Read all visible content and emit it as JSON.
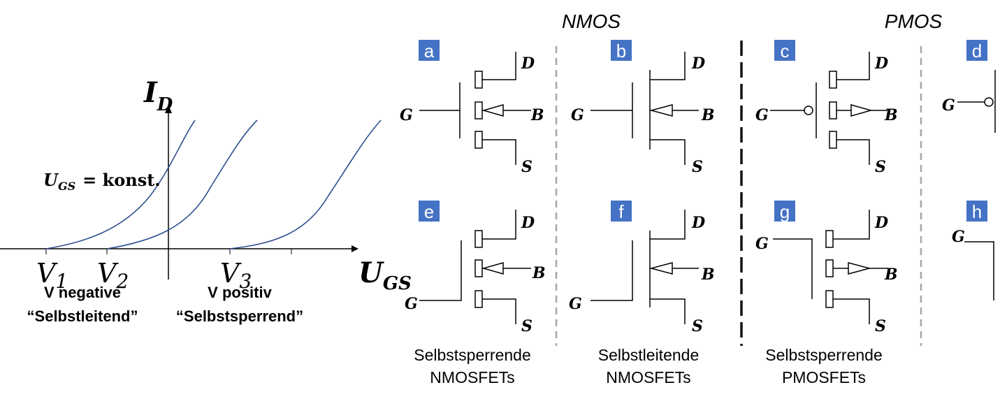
{
  "graph": {
    "y_label_main": "I",
    "y_label_sub": "D",
    "x_label_main": "U",
    "x_label_sub": "GS",
    "formula_main": "U",
    "formula_sub": "GS",
    "formula_rest": "= konst.",
    "v1_main": "V",
    "v1_sub": "1",
    "v2_main": "V",
    "v2_sub": "2",
    "v3_main": "V",
    "v3_sub": "3",
    "neg_line1": "V negative",
    "neg_line2": "“Selbstleitend”",
    "pos_line1": "V positiv",
    "pos_line2": "“Selbstsperrend”"
  },
  "headers": {
    "nmos": "NMOS",
    "pmos": "PMOS"
  },
  "badges": {
    "a": "a",
    "b": "b",
    "c": "c",
    "d": "d",
    "e": "e",
    "f": "f",
    "g": "g",
    "h": "h",
    "color": "#4472c4"
  },
  "terminals": {
    "gate": "G",
    "drain": "D",
    "source": "S",
    "bulk": "B"
  },
  "captions": {
    "col1_line1": "Selbstsperrende",
    "col1_line2": "NMOSFETs",
    "col2_line1": "Selbstleitende",
    "col2_line2": "NMOSFETs",
    "col3_line1": "Selbstsperrende",
    "col3_line2": "PMOSFETs"
  },
  "colors": {
    "curve": "#2f4f8f",
    "dashed_light": "#a6a6a6",
    "dashed_dark": "#111111"
  }
}
